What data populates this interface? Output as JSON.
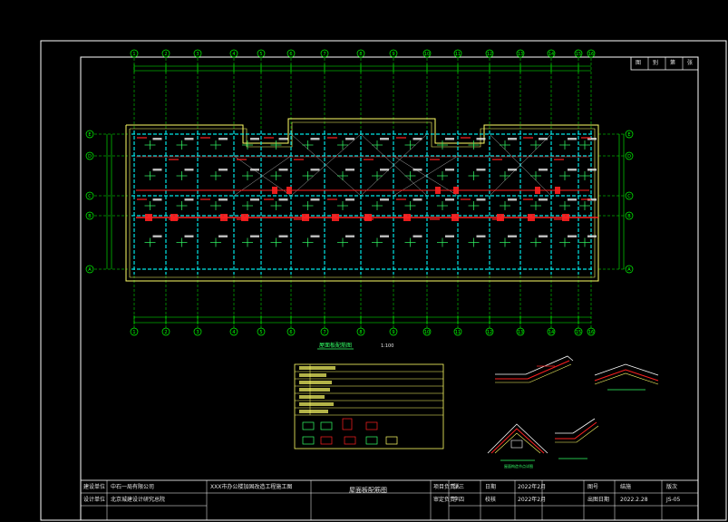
{
  "drawing": {
    "axes_top": [
      "1",
      "2",
      "3",
      "4",
      "5",
      "6",
      "7",
      "8",
      "9",
      "10",
      "11",
      "12",
      "13",
      "14",
      "15",
      "16"
    ],
    "axes_left": [
      "E",
      "D",
      "C",
      "B",
      "A"
    ],
    "plan_title": "屋面板配筋图",
    "plan_scale": "1:100",
    "detail_label_1": "屋面构造节点详图"
  },
  "title_block": {
    "row1": {
      "label_a": "建设单位",
      "value_a": "中石一局有限公司",
      "label_b": "设计单位",
      "value_b": "北京城建设计研究总院",
      "project": "XXX市办公楼加固改造工程施工图",
      "drawing_name": "屋面板配筋图",
      "label_c": "项目负责人",
      "sign_c": "张三",
      "label_d": "日期",
      "date_d": "2022年2月",
      "label_e": "图号",
      "value_e": "结施",
      "label_f": "版次"
    },
    "row2": {
      "label_c": "审定负责",
      "sign_c": "李四",
      "label_d": "校核",
      "date_d": "2022年2月",
      "label_e": "出图日期",
      "value_e": "2022.2.28",
      "sheet": "JS-05"
    },
    "top_right_box": [
      "图",
      "别",
      "第",
      "张"
    ]
  },
  "colors": {
    "background": "#000000",
    "frame": "#ffffff",
    "axis_green": "#00ff00",
    "wall_yellow": "#ffff66",
    "beam_cyan": "#00e5e5",
    "rebar_red": "#ff2020",
    "rebar_green": "#33ff66"
  }
}
